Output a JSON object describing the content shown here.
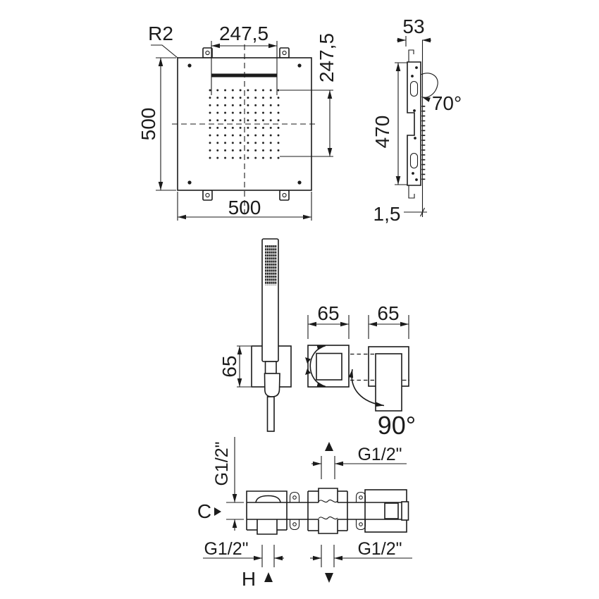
{
  "front_view": {
    "corner_radius": "R2",
    "slot_width": "247,5",
    "grid_height": "247,5",
    "height": "500",
    "width": "500"
  },
  "side_view": {
    "depth": "53",
    "height": "470",
    "spray_angle": "70°",
    "protrusion": "1,5"
  },
  "hand_shower": {
    "bracket_size": "65"
  },
  "controls": {
    "volume_width": "65",
    "mixer_width": "65",
    "handle_rotation": "90°"
  },
  "connections": {
    "cold_inlet_thread": "G1/2\"",
    "cold_label": "C",
    "top_outlet_thread": "G1/2\"",
    "hot_inlet_thread": "G1/2\"",
    "hot_label": "H",
    "bottom_outlet_thread": "G1/2\""
  }
}
